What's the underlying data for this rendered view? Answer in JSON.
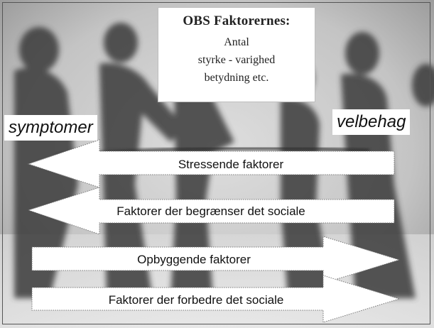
{
  "info_box": {
    "title": "OBS Faktorernes:",
    "lines": [
      "Antal",
      "styrke - varighed",
      "betydning etc."
    ]
  },
  "labels": {
    "left": "symptomer",
    "right": "velbehag"
  },
  "arrows": [
    {
      "text": "Stressende faktorer",
      "direction": "left"
    },
    {
      "text": "Faktorer der begrænser det sociale",
      "direction": "left"
    },
    {
      "text": "Opbyggende faktorer",
      "direction": "right"
    },
    {
      "text": "Faktorer der forbedre det sociale",
      "direction": "right"
    }
  ]
}
